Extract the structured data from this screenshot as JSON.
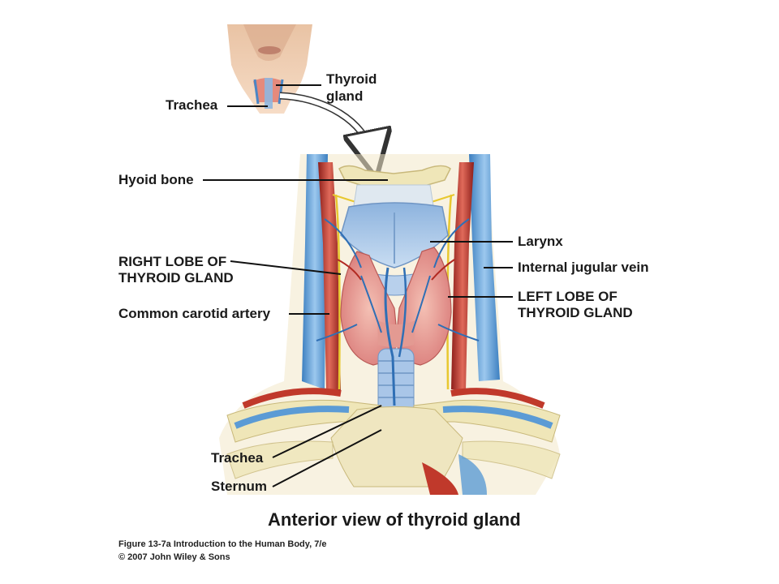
{
  "labels": {
    "thyroid_gland_top": "Thyroid gland",
    "trachea_top": "Trachea",
    "hyoid_bone": "Hyoid bone",
    "larynx": "Larynx",
    "right_lobe": "RIGHT LOBE OF THYROID GLAND",
    "internal_jugular_vein": "Internal jugular vein",
    "left_lobe": "LEFT LOBE OF THYROID GLAND",
    "common_carotid_artery": "Common carotid artery",
    "trachea_bottom": "Trachea",
    "sternum": "Sternum"
  },
  "caption": "Anterior view of thyroid gland",
  "credits": {
    "figure": "Figure 13-7a  Introduction to the Human Body, 7/e",
    "copyright": "© 2007 John Wiley & Sons"
  },
  "colors": {
    "artery": "#c0392b",
    "vein": "#5b9bd5",
    "thyroid": "#e8a0a0",
    "cartilage": "#a9c6e8",
    "bone": "#efe6b8",
    "nerve": "#e8c830",
    "leader_line": "#111111"
  }
}
